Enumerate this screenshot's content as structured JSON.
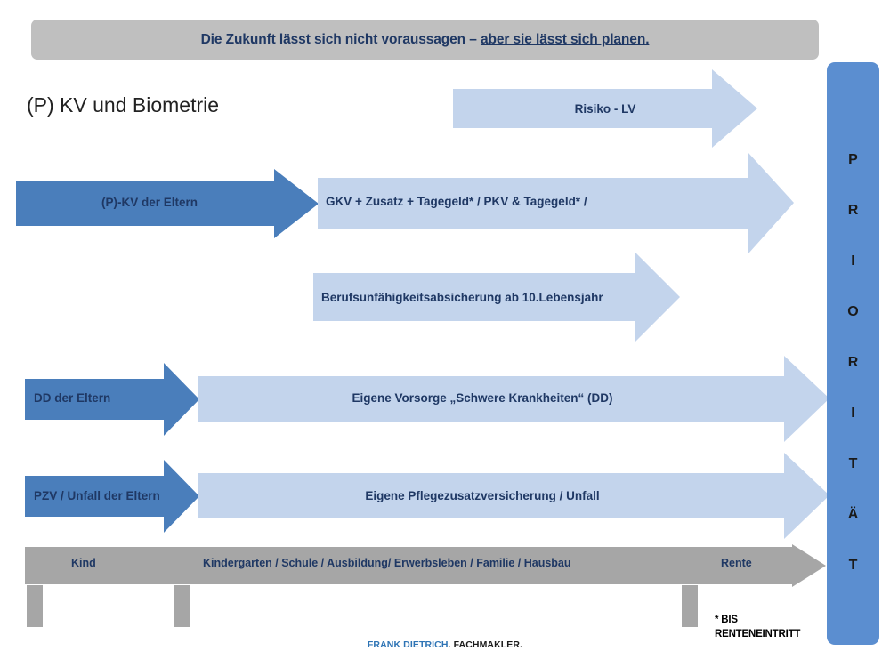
{
  "header": {
    "text_plain": "Die Zukunft lässt sich nicht voraussagen – ",
    "text_underlined": "aber sie lässt sich planen."
  },
  "slide": {
    "title": "(P) KV und Biometrie"
  },
  "colors": {
    "dark_blue": "#4a7ebb",
    "light_blue": "#c3d4ec",
    "panel_blue": "#5b8ed0",
    "gray_bar": "#bfbfbf",
    "gray_tick": "#a6a6a6",
    "text_navy": "#1f3864",
    "brand_blue": "#2e74b5"
  },
  "rows": [
    {
      "id": "risiko-lv",
      "light_label": "Risiko - LV",
      "dark_label": null
    },
    {
      "id": "kv",
      "dark_label": "(P)-KV der Eltern",
      "light_label": "GKV + Zusatz + Tagegeld* / PKV & Tagegeld* /"
    },
    {
      "id": "bu",
      "dark_label": null,
      "light_label": "Berufsunfähigkeitsabsicherung ab 10.Lebensjahr"
    },
    {
      "id": "dd",
      "dark_label": "DD der Eltern",
      "light_label": "Eigene Vorsorge „Schwere Krankheiten“ (DD)"
    },
    {
      "id": "pzv",
      "dark_label": "PZV / Unfall der Eltern",
      "light_label": "Eigene Pflegezusatzversicherung / Unfall"
    }
  ],
  "timeline": {
    "segments": [
      {
        "label": "Kind"
      },
      {
        "label": "Kindergarten / Schule / Ausbildung/ Erwerbsleben / Familie / Hausbau"
      },
      {
        "label": "Rente"
      }
    ]
  },
  "priority_panel": {
    "letters": [
      "P",
      "R",
      "I",
      "O",
      "R",
      "I",
      "T",
      "Ä",
      "T"
    ]
  },
  "footnote": {
    "line1": "* BIS",
    "line2": "RENTENEINTRITT"
  },
  "brand": {
    "name": "FRANK DIETRICH",
    "suffix": ". FACHMAKLER."
  }
}
